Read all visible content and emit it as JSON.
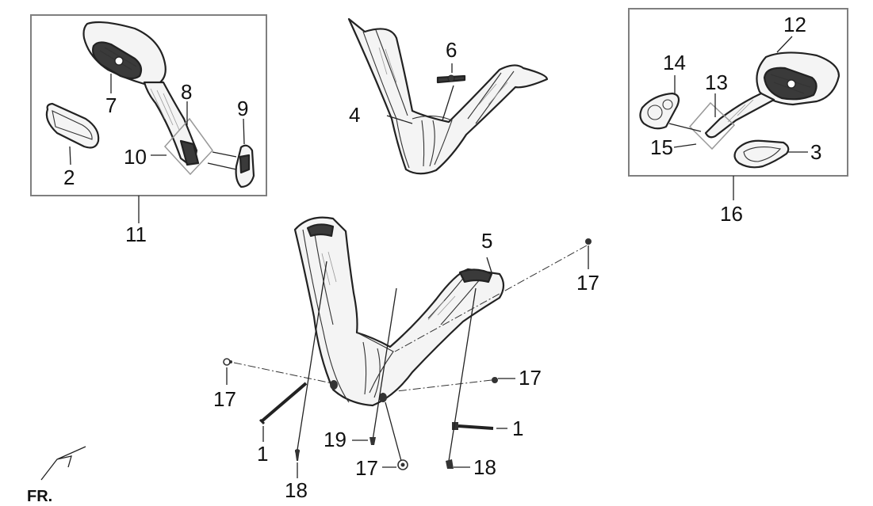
{
  "diagram": {
    "labels": {
      "l1a": "1",
      "l1b": "1",
      "l2": "2",
      "l3": "3",
      "l4": "4",
      "l5": "5",
      "l6": "6",
      "l7": "7",
      "l8": "8",
      "l9": "9",
      "l10": "10",
      "l11": "11",
      "l12": "12",
      "l13": "13",
      "l14": "14",
      "l15": "15",
      "l16": "16",
      "l17a": "17",
      "l17b": "17",
      "l17c": "17",
      "l17d": "17",
      "l18a": "18",
      "l18b": "18",
      "l19": "19"
    },
    "direction_label": "FR."
  }
}
